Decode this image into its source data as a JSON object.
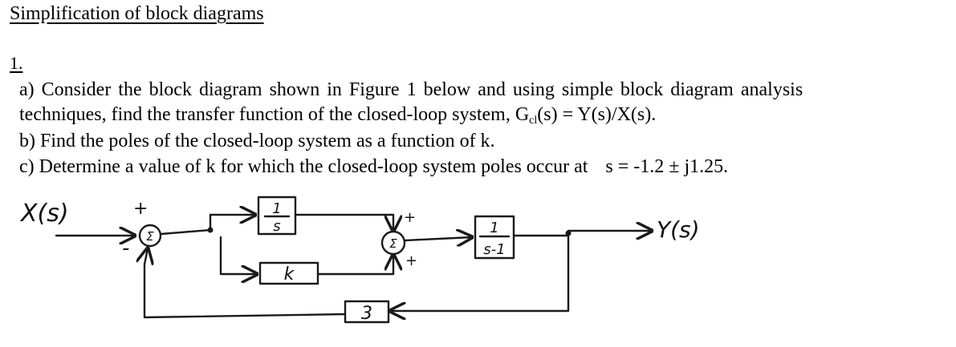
{
  "title": "Simplification of block diagrams",
  "question": {
    "number": "1.",
    "part_a_line1": "a) Consider the block diagram shown in Figure 1 below and using simple block diagram analysis",
    "part_a_line2_prefix": "techniques, find the transfer function of the closed-loop system, G",
    "part_a_line2_sub": "cl",
    "part_a_line2_suffix": "(s) = Y(s)/X(s).",
    "part_b": "b) Find the poles of the closed-loop system as a function of k.",
    "part_c_text": "c) Determine a value of k for which the closed-loop system poles occur at",
    "part_c_value": "s = -1.2 ± j1.25."
  },
  "figure": {
    "input_label": "X(s)",
    "output_label": "Y(s)",
    "summing_symbol": "Σ",
    "sum1_plus_sign": "+",
    "sum1_minus_sign": "-",
    "sum2_top_sign": "+",
    "sum2_bottom_sign": "+",
    "integrator_block": {
      "numerator": "1",
      "denominator": "s"
    },
    "gain_block": "k",
    "plant_block": {
      "numerator": "1",
      "denominator": "s-1"
    },
    "feedback_block": "3"
  }
}
